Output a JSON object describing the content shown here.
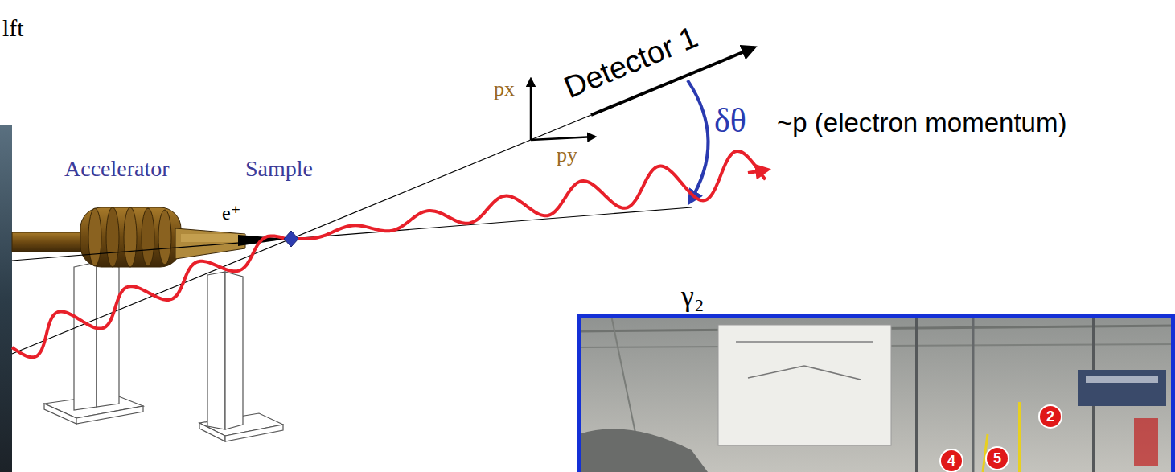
{
  "diagram": {
    "nodes": [
      {
        "text": [
          "γ₂"
        ]
      },
      {
        "text": [
          "2"
        ],
        "in": 0
      },
      {
        "text": [
          "4"
        ],
        "in": 0
      },
      {
        "text": [
          "5"
        ],
        "in": 0
      }
    ],
    "labels": [
      "lft",
      "Accelerator",
      "Sample",
      "e⁺",
      "Detector 1",
      "px",
      "py",
      "δθ",
      "~p (electron momentum)"
    ]
  }
}
